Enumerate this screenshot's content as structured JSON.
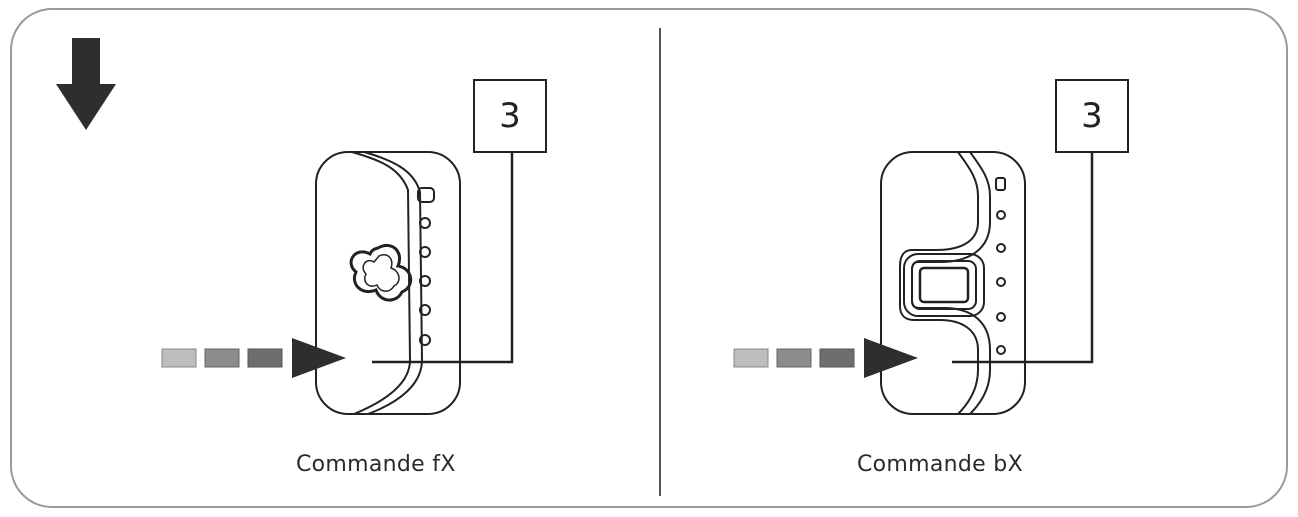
{
  "panels": [
    {
      "id": "fx",
      "caption": "Commande fX",
      "callout_number": "3"
    },
    {
      "id": "bx",
      "caption": "Commande bX",
      "callout_number": "3"
    }
  ],
  "colors": {
    "frame": "#9a9a9a",
    "line": "#222222",
    "arrow": "#2e2e2e",
    "dash_light": "#bdbdbd",
    "dash_mid": "#8c8c8c",
    "dash_dark": "#6e6e6e"
  },
  "icons": [
    "down-arrow-icon",
    "direction-arrow-icon",
    "remote-fx",
    "remote-bx"
  ]
}
